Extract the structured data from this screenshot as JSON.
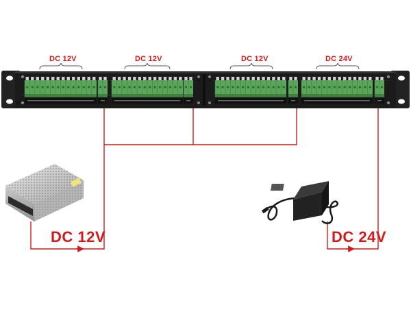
{
  "group_labels": [
    "DC 12V",
    "DC 12V",
    "DC 12V",
    "DC 24V"
  ],
  "input_labels": {
    "left": "DC 12V",
    "right": "DC 24V"
  },
  "colors": {
    "wire": "#d21a1a",
    "panel": "#1b1b1b",
    "terminal": "#5aa55a",
    "terminal_dark": "#3f7f3f"
  },
  "icons": {
    "left_device": "switching-power-supply-icon",
    "right_device": "ac-adapter-icon"
  }
}
